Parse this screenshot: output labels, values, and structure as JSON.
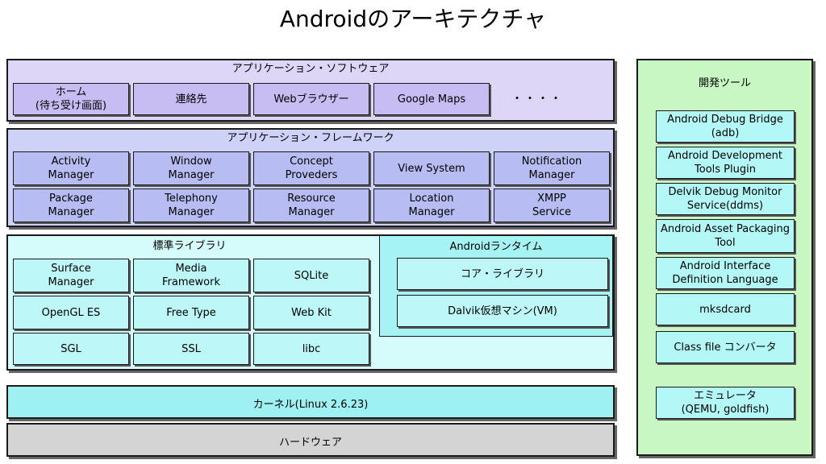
{
  "title": "Androidのアーキテクチャ",
  "applications": {
    "label": "アプリケーション・ソフトウェア",
    "items": [
      "ホーム\n(待ち受け画面)",
      "連絡先",
      "Webブラウザー",
      "Google Maps"
    ],
    "more": "・・・・"
  },
  "framework": {
    "label": "アプリケーション・フレームワーク",
    "row1": [
      "Activity\nManager",
      "Window\nManager",
      "Concept\nProveders",
      "View System",
      "Notification\nManager"
    ],
    "row2": [
      "Package\nManager",
      "Telephony\nManager",
      "Resource\nManager",
      "Location\nManager",
      "XMPP\nService"
    ]
  },
  "libraries": {
    "label": "標準ライブラリ",
    "rows": [
      [
        "Surface\nManager",
        "Media\nFramework",
        "SQLite"
      ],
      [
        "OpenGL ES",
        "Free Type",
        "Web Kit"
      ],
      [
        "SGL",
        "SSL",
        "libc"
      ]
    ]
  },
  "runtime": {
    "label": "Androidランタイム",
    "items": [
      "コア・ライブラリ",
      "Dalvik仮想マシン(VM)"
    ]
  },
  "kernel": {
    "label": "カーネル(Linux 2.6.23)"
  },
  "hardware": {
    "label": "ハードウェア"
  },
  "tools": {
    "label": "開発ツール",
    "items": [
      "Android Debug Bridge\n(adb)",
      "Android Development\nTools Plugin",
      "Delvik Debug Monitor\nService(ddms)",
      "Android Asset Packaging\nTool",
      "Android Interface\nDefinition Language",
      "mksdcard",
      "Class file コンバータ"
    ],
    "emulator": "エミュレータ\n(QEMU, goldfish)"
  }
}
